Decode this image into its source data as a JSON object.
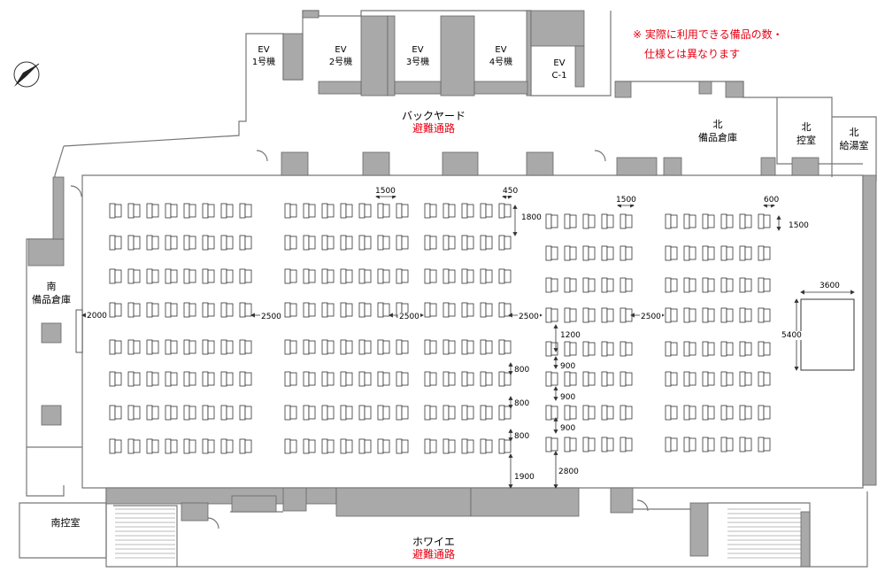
{
  "note": {
    "line1": "※ 実際に利用できる備品の数・",
    "line2": "仕様とは異なります"
  },
  "elevators": [
    {
      "id": "ev1",
      "top": "EV",
      "bottom": "1号機"
    },
    {
      "id": "ev2",
      "top": "EV",
      "bottom": "2号機"
    },
    {
      "id": "ev3",
      "top": "EV",
      "bottom": "3号機"
    },
    {
      "id": "ev4",
      "top": "EV",
      "bottom": "4号機"
    },
    {
      "id": "evc1",
      "top": "EV",
      "bottom": "C-1"
    }
  ],
  "backyard": {
    "name": "バックヤード",
    "route": "避難通路"
  },
  "foyer": {
    "name": "ホワイエ",
    "route": "避難通路"
  },
  "rooms": {
    "north_storage": {
      "line1": "北",
      "line2": "備品倉庫"
    },
    "north_control": {
      "line1": "北",
      "line2": "控室"
    },
    "north_kitchen": {
      "line1": "北",
      "line2": "給湯室"
    },
    "south_storage": {
      "line1": "南",
      "line2": "備品倉庫"
    },
    "south_control": {
      "line1": "南控室"
    }
  },
  "dimensions": {
    "d1500a": "1500",
    "d450": "450",
    "d1800": "1800",
    "d1500b": "1500",
    "d600": "600",
    "d1500c": "1500",
    "d3600": "3600",
    "d5400": "5400",
    "d2000": "2000",
    "d2500a": "2500",
    "d2500b": "2500",
    "d2500c": "2500",
    "d2500d": "2500",
    "d1200": "1200",
    "d900a": "900",
    "d900b": "900",
    "d900c": "900",
    "d800a": "800",
    "d800b": "800",
    "d800c": "800",
    "d1900": "1900",
    "d2800": "2800"
  }
}
